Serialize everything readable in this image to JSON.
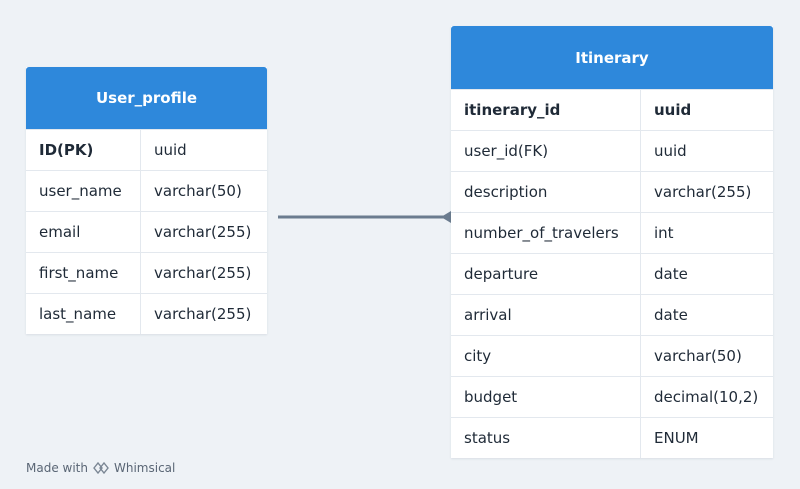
{
  "entities": {
    "user_profile": {
      "title": "User_profile",
      "rows": [
        {
          "name": "ID(PK)",
          "type": "uuid"
        },
        {
          "name": "user_name",
          "type": "varchar(50)"
        },
        {
          "name": "email",
          "type": "varchar(255)"
        },
        {
          "name": "first_name",
          "type": "varchar(255)"
        },
        {
          "name": "last_name",
          "type": "varchar(255)"
        }
      ]
    },
    "itinerary": {
      "title": "Itinerary",
      "rows": [
        {
          "name": "itinerary_id",
          "type": "uuid"
        },
        {
          "name": "user_id(FK)",
          "type": "uuid"
        },
        {
          "name": "description",
          "type": "varchar(255)"
        },
        {
          "name": "number_of_travelers",
          "type": "int"
        },
        {
          "name": "departure",
          "type": "date"
        },
        {
          "name": "arrival",
          "type": "date"
        },
        {
          "name": "city",
          "type": "varchar(50)"
        },
        {
          "name": "budget",
          "type": "decimal(10,2)"
        },
        {
          "name": "status",
          "type": "ENUM"
        }
      ]
    }
  },
  "colors": {
    "header": "#2e88db",
    "connector": "#6b7c8f",
    "background": "#eef2f6"
  },
  "footer": {
    "prefix": "Made with",
    "brand": "Whimsical",
    "icon": "whimsical-logo-icon"
  }
}
